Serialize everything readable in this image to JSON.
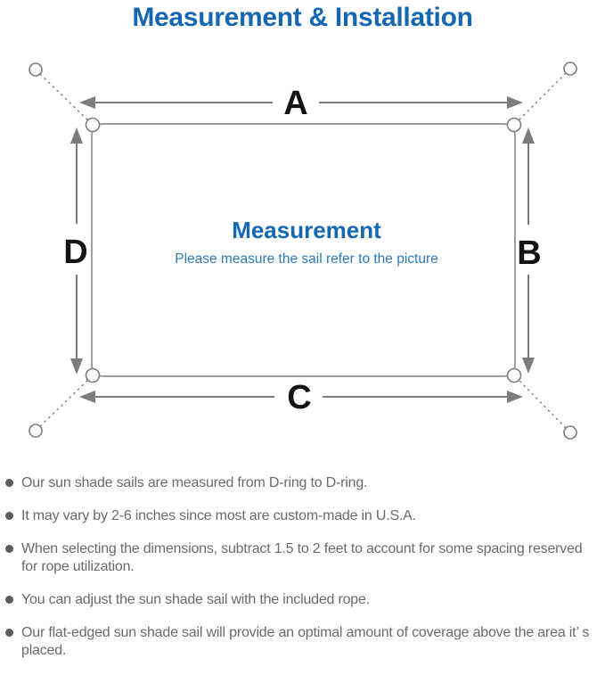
{
  "title": "Measurement & Installation",
  "diagram": {
    "label_a": "A",
    "label_b": "B",
    "label_c": "C",
    "label_d": "D",
    "center_title": "Measurement",
    "center_subtitle": "Please measure the sail refer to the picture"
  },
  "colors": {
    "accent_blue": "#1667b2",
    "subtitle_blue": "#2e7ab8",
    "line_gray": "#7d7d7d",
    "note_text_gray": "#6a6a6a"
  },
  "notes": [
    "Our sun shade sails are measured from D-ring to D-ring.",
    "It may vary by 2-6 inches since most are custom-made in U.S.A.",
    "When selecting the dimensions, subtract 1.5 to 2 feet to account for some spacing reserved for rope utilization.",
    "You can adjust the sun shade sail with the included rope.",
    "Our flat-edged sun shade sail will provide an optimal amount of coverage above the area it’ s placed."
  ]
}
